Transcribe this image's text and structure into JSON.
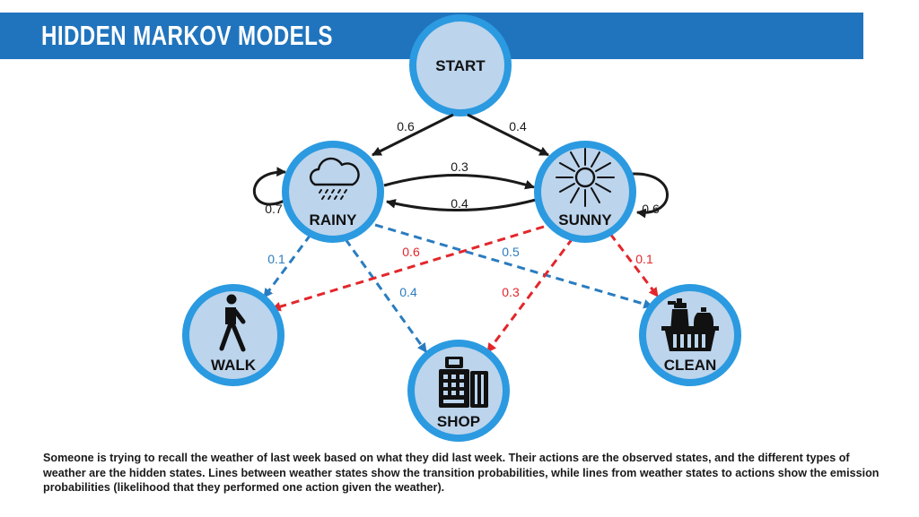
{
  "header": {
    "title": "HIDDEN MARKOV MODELS"
  },
  "colors": {
    "header_bg": "#2074bd",
    "node_fill": "#bcd4ec",
    "node_ring": "#2b9ae0",
    "transition": "#1a1a1a",
    "emission_rainy": "#2a7cc0",
    "emission_sunny": "#e3262b"
  },
  "nodes": {
    "start": {
      "label": "START",
      "icon": "none"
    },
    "rainy": {
      "label": "RAINY",
      "icon": "rain-cloud-icon"
    },
    "sunny": {
      "label": "SUNNY",
      "icon": "sun-icon"
    },
    "walk": {
      "label": "WALK",
      "icon": "walking-person-icon"
    },
    "shop": {
      "label": "SHOP",
      "icon": "cash-register-icon"
    },
    "clean": {
      "label": "CLEAN",
      "icon": "cleaning-bucket-icon"
    }
  },
  "transitions": {
    "start_rainy": "0.6",
    "start_sunny": "0.4",
    "rainy_sunny": "0.3",
    "sunny_rainy": "0.4",
    "rainy_rainy": "0.7",
    "sunny_sunny": "0.6"
  },
  "emissions": {
    "rainy_walk": "0.1",
    "rainy_shop": "0.4",
    "rainy_clean": "0.5",
    "sunny_walk": "0.6",
    "sunny_shop": "0.3",
    "sunny_clean": "0.1"
  },
  "caption": "Someone is trying to recall the weather of last week based on what they did last week. Their actions are the observed states, and the different types of weather are the hidden states. Lines between weather states show the transition probabilities, while lines from weather states to actions show the emission probabilities (likelihood that they performed one action given the weather)."
}
